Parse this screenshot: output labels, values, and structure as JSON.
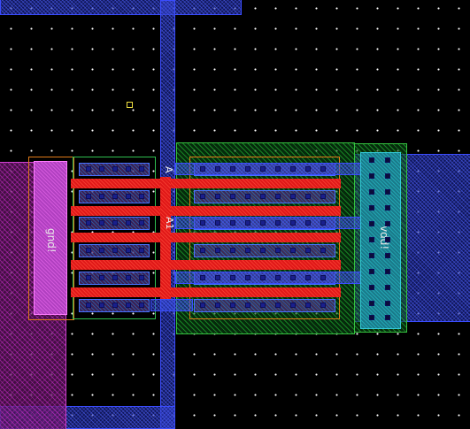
{
  "layout_view": {
    "labels": {
      "gnd_pin": "gnd!",
      "vdd_pin": "vdd!",
      "input_a": "A",
      "input_a1": "A1"
    },
    "colors": {
      "background": "#000000",
      "metal1": "#3a4cff",
      "poly": "#e01818",
      "nwell": "#35c040",
      "diffusion": "#4a70ff",
      "pin_magenta": "#d040d0",
      "pin_teal": "#33c8d8",
      "boundary": "#e07a18",
      "grid_dots": "#ffffff",
      "marker": "#f0e040"
    }
  }
}
